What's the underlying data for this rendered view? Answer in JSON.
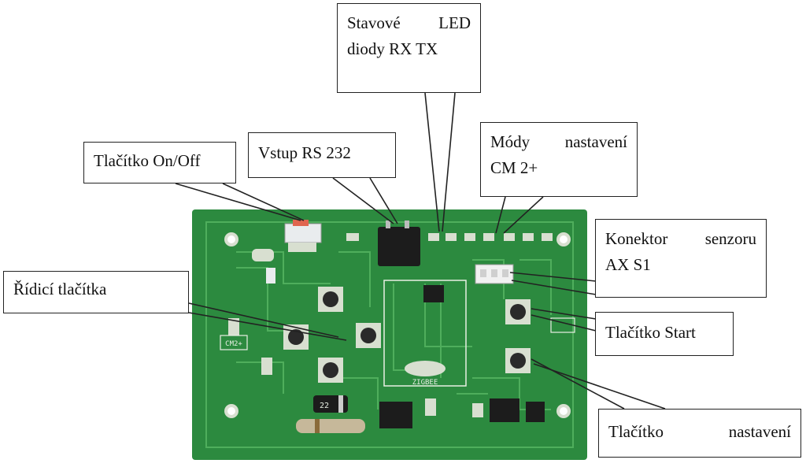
{
  "diagram": {
    "labels": {
      "leds": {
        "line1_a": "Stavové",
        "line1_b": "LED",
        "line2": "diody RX TX"
      },
      "modes": {
        "line1_a": "Módy",
        "line1_b": "nastavení",
        "line2": "CM 2+"
      },
      "rs232": "Vstup RS 232",
      "onoff": "Tlačítko On/Off",
      "sensor": {
        "line1_a": "Konektor",
        "line1_b": "senzoru",
        "line2": "AX S1"
      },
      "control": "Řídicí tlačítka",
      "start": "Tlačítko Start",
      "setting": {
        "a": "Tlačítko",
        "b": "nastavení"
      }
    },
    "board": {
      "silk_cm": "CM2+",
      "silk_chip": "ZIGBEE",
      "silk_diode": "22"
    },
    "colors": {
      "pcb": "#2c8a3f",
      "pcb_dark": "#1f6e30",
      "trace": "#4fae5c",
      "pad": "#d8dfd0",
      "chip": "#1c1c1c",
      "button": "#2a2a2a",
      "silk": "#e8efe4",
      "callout_border": "#222222"
    }
  }
}
